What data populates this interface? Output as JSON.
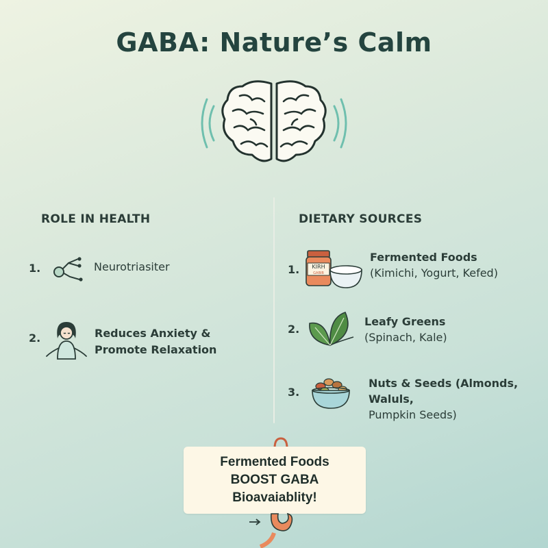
{
  "title": "GABA: Nature’s Calm",
  "left_column": {
    "heading": "ROLE IN HEALTH",
    "items": [
      {
        "number": "1.",
        "line1": "Neurotriasiter",
        "line2": "",
        "icon": "neuron-icon"
      },
      {
        "number": "2.",
        "line1": "Reduces Anxiety &",
        "line2": "Promote Relaxation",
        "icon": "calm-person-icon"
      }
    ]
  },
  "right_column": {
    "heading": "DIETARY SOURCES",
    "items": [
      {
        "number": "1.",
        "line1": "Fermented Foods",
        "line2": "(Kimichi, Yogurt, Kefed)",
        "icon": "fermented-jar-bowl-icon",
        "jar_label1": "KIRH",
        "jar_label2": "GABIB"
      },
      {
        "number": "2.",
        "line1": "Leafy Greens",
        "line2": "(Spinach, Kale)",
        "icon": "leaf-icon"
      },
      {
        "number": "3.",
        "line1": "Nuts & Seeds (Almonds, Waluls,",
        "line2": "Pumpkin Seeds)",
        "icon": "nut-bowl-icon"
      }
    ]
  },
  "callout": {
    "line1": "Fermented Foods",
    "line2": "BOOST GABA",
    "line3": "Bioavaiablity!"
  },
  "colors": {
    "title": "#24443f",
    "callout_bg": "#fdf7e6",
    "leaf": "#5c9a4e",
    "jar_lid": "#c9603f"
  }
}
